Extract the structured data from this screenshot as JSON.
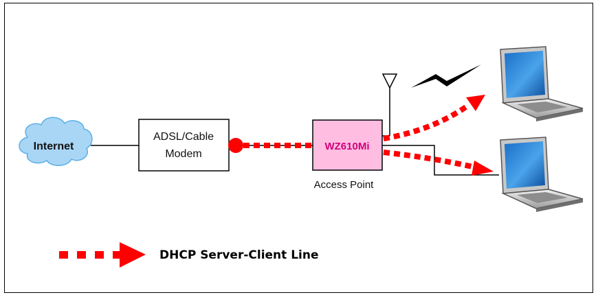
{
  "diagram": {
    "internet_label": "Internet",
    "modem_label_line1": "ADSL/Cable",
    "modem_label_line2": "Modem",
    "access_point_model": "WZ610Mi",
    "access_point_label": "Access Point"
  },
  "legend": {
    "label": "DHCP Server-Client Line"
  },
  "colors": {
    "dhcp_line": "#ff0000",
    "access_point_fill": "#ffbde2",
    "cloud_fill": "#a9d6f5",
    "cloud_stroke": "#5aaee6"
  }
}
